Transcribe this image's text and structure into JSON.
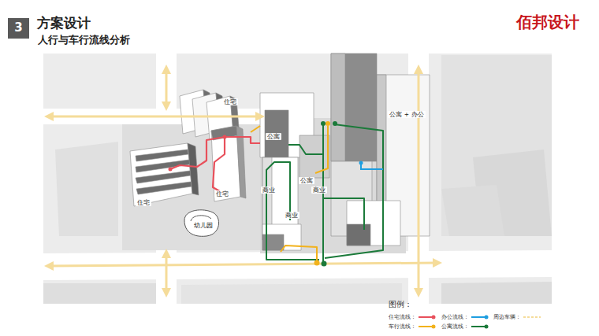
{
  "diagram": {
    "title": "方案设计",
    "nodes": [
      {
        "text": [
          "住宅"
        ]
      },
      {
        "text": [
          "公寓 + 办公"
        ]
      },
      {
        "text": [
          "公寓"
        ]
      },
      {
        "text": [
          "公寓"
        ]
      },
      {
        "text": [
          "商业"
        ]
      },
      {
        "text": [
          "商业"
        ]
      },
      {
        "text": [
          "住宅"
        ]
      },
      {
        "text": [
          "住宅"
        ]
      },
      {
        "text": [
          "商业"
        ]
      },
      {
        "text": [
          "幼儿园"
        ]
      }
    ],
    "labels": [
      "3",
      "人行与车行流线分析",
      "佰邦设计",
      "图例："
    ],
    "legend": [
      {
        "text": "住宅流线：",
        "color": "#e8505b"
      },
      {
        "text": "办公流线：",
        "color": "#1e9ee0"
      },
      {
        "text": "周边车辆：",
        "color": "#f5dc9a"
      },
      {
        "text": "车行流线：",
        "color": "#f2b21c"
      },
      {
        "text": "公寓流线：",
        "color": "#1b7a3a"
      }
    ]
  }
}
